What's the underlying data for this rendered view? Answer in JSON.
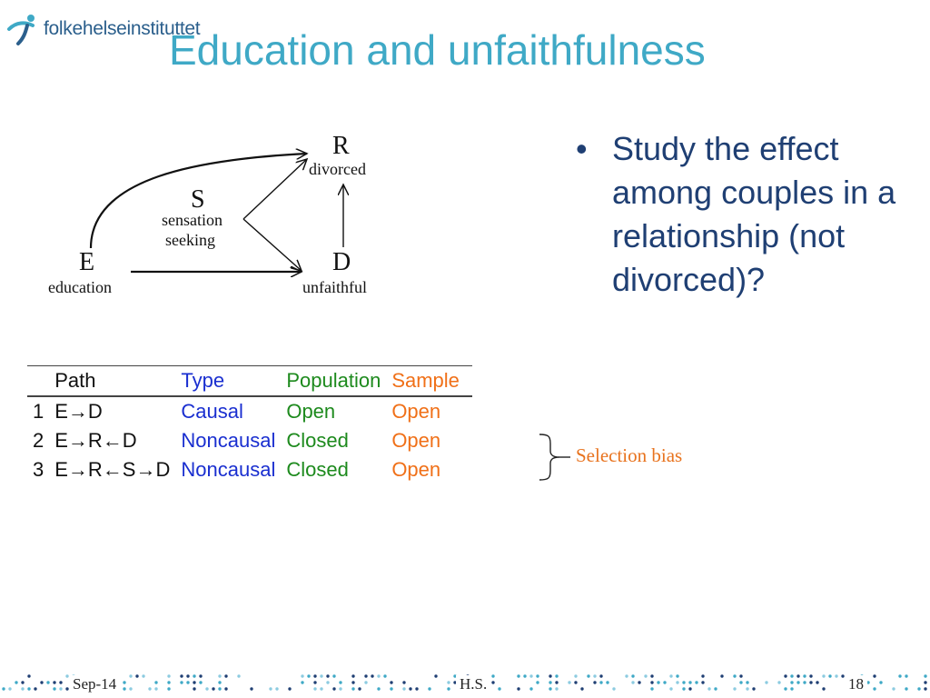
{
  "header": {
    "logo_text": "folkehelseinstituttet",
    "title": "Education and unfaithfulness"
  },
  "diagram": {
    "nodes": {
      "R": {
        "letter": "R",
        "label": "divorced"
      },
      "S": {
        "letter": "S",
        "label_line1": "sensation",
        "label_line2": "seeking"
      },
      "E": {
        "letter": "E",
        "label": "education"
      },
      "D": {
        "letter": "D",
        "label": "unfaithful"
      }
    }
  },
  "bullet": {
    "text": "Study the effect among couples in a relationship (not divorced)?"
  },
  "table": {
    "headers": {
      "path": "Path",
      "type": "Type",
      "population": "Population",
      "sample": "Sample"
    },
    "rows": [
      {
        "num": "1",
        "path": "E→D",
        "type": "Causal",
        "population": "Open",
        "sample": "Open"
      },
      {
        "num": "2",
        "path": "E→R←D",
        "type": "Noncausal",
        "population": "Closed",
        "sample": "Open"
      },
      {
        "num": "3",
        "path": "E→R←S→D",
        "type": "Noncausal",
        "population": "Closed",
        "sample": "Open"
      }
    ]
  },
  "annotation": "Selection bias",
  "footer": {
    "date": "Sep-14",
    "author": "H.S.",
    "page": "18"
  },
  "colors": {
    "title": "#3fa9c6",
    "bullet": "#1f3f73",
    "type": "#1a2fd0",
    "population": "#1d8a1d",
    "sample": "#f07018"
  }
}
